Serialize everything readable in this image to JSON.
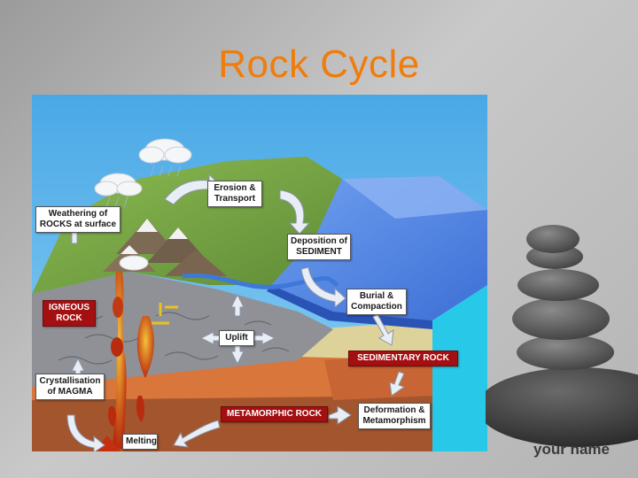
{
  "slide": {
    "title": "Rock Cycle",
    "author": "your name"
  },
  "diagram": {
    "labels": {
      "erosion": "Erosion &\nTransport",
      "weathering": "Weathering of\nROCKS at surface",
      "deposition": "Deposition of\nSEDIMENT",
      "burial": "Burial &\nCompaction",
      "igneous": "IGNEOUS\nROCK",
      "uplift": "Uplift",
      "sedimentary": "SEDIMENTARY ROCK",
      "crystallisation": "Crystallisation\nof MAGMA",
      "metamorphic": "METAMORPHIC ROCK",
      "deformation": "Deformation &\nMetamorphism",
      "melting": "Melting"
    }
  },
  "colors": {
    "title": "#f07c0c",
    "rock_label_bg": "#a40f12",
    "sky": "#5fb6ea",
    "sea": "#4a86e6",
    "land": "#7aa446"
  }
}
